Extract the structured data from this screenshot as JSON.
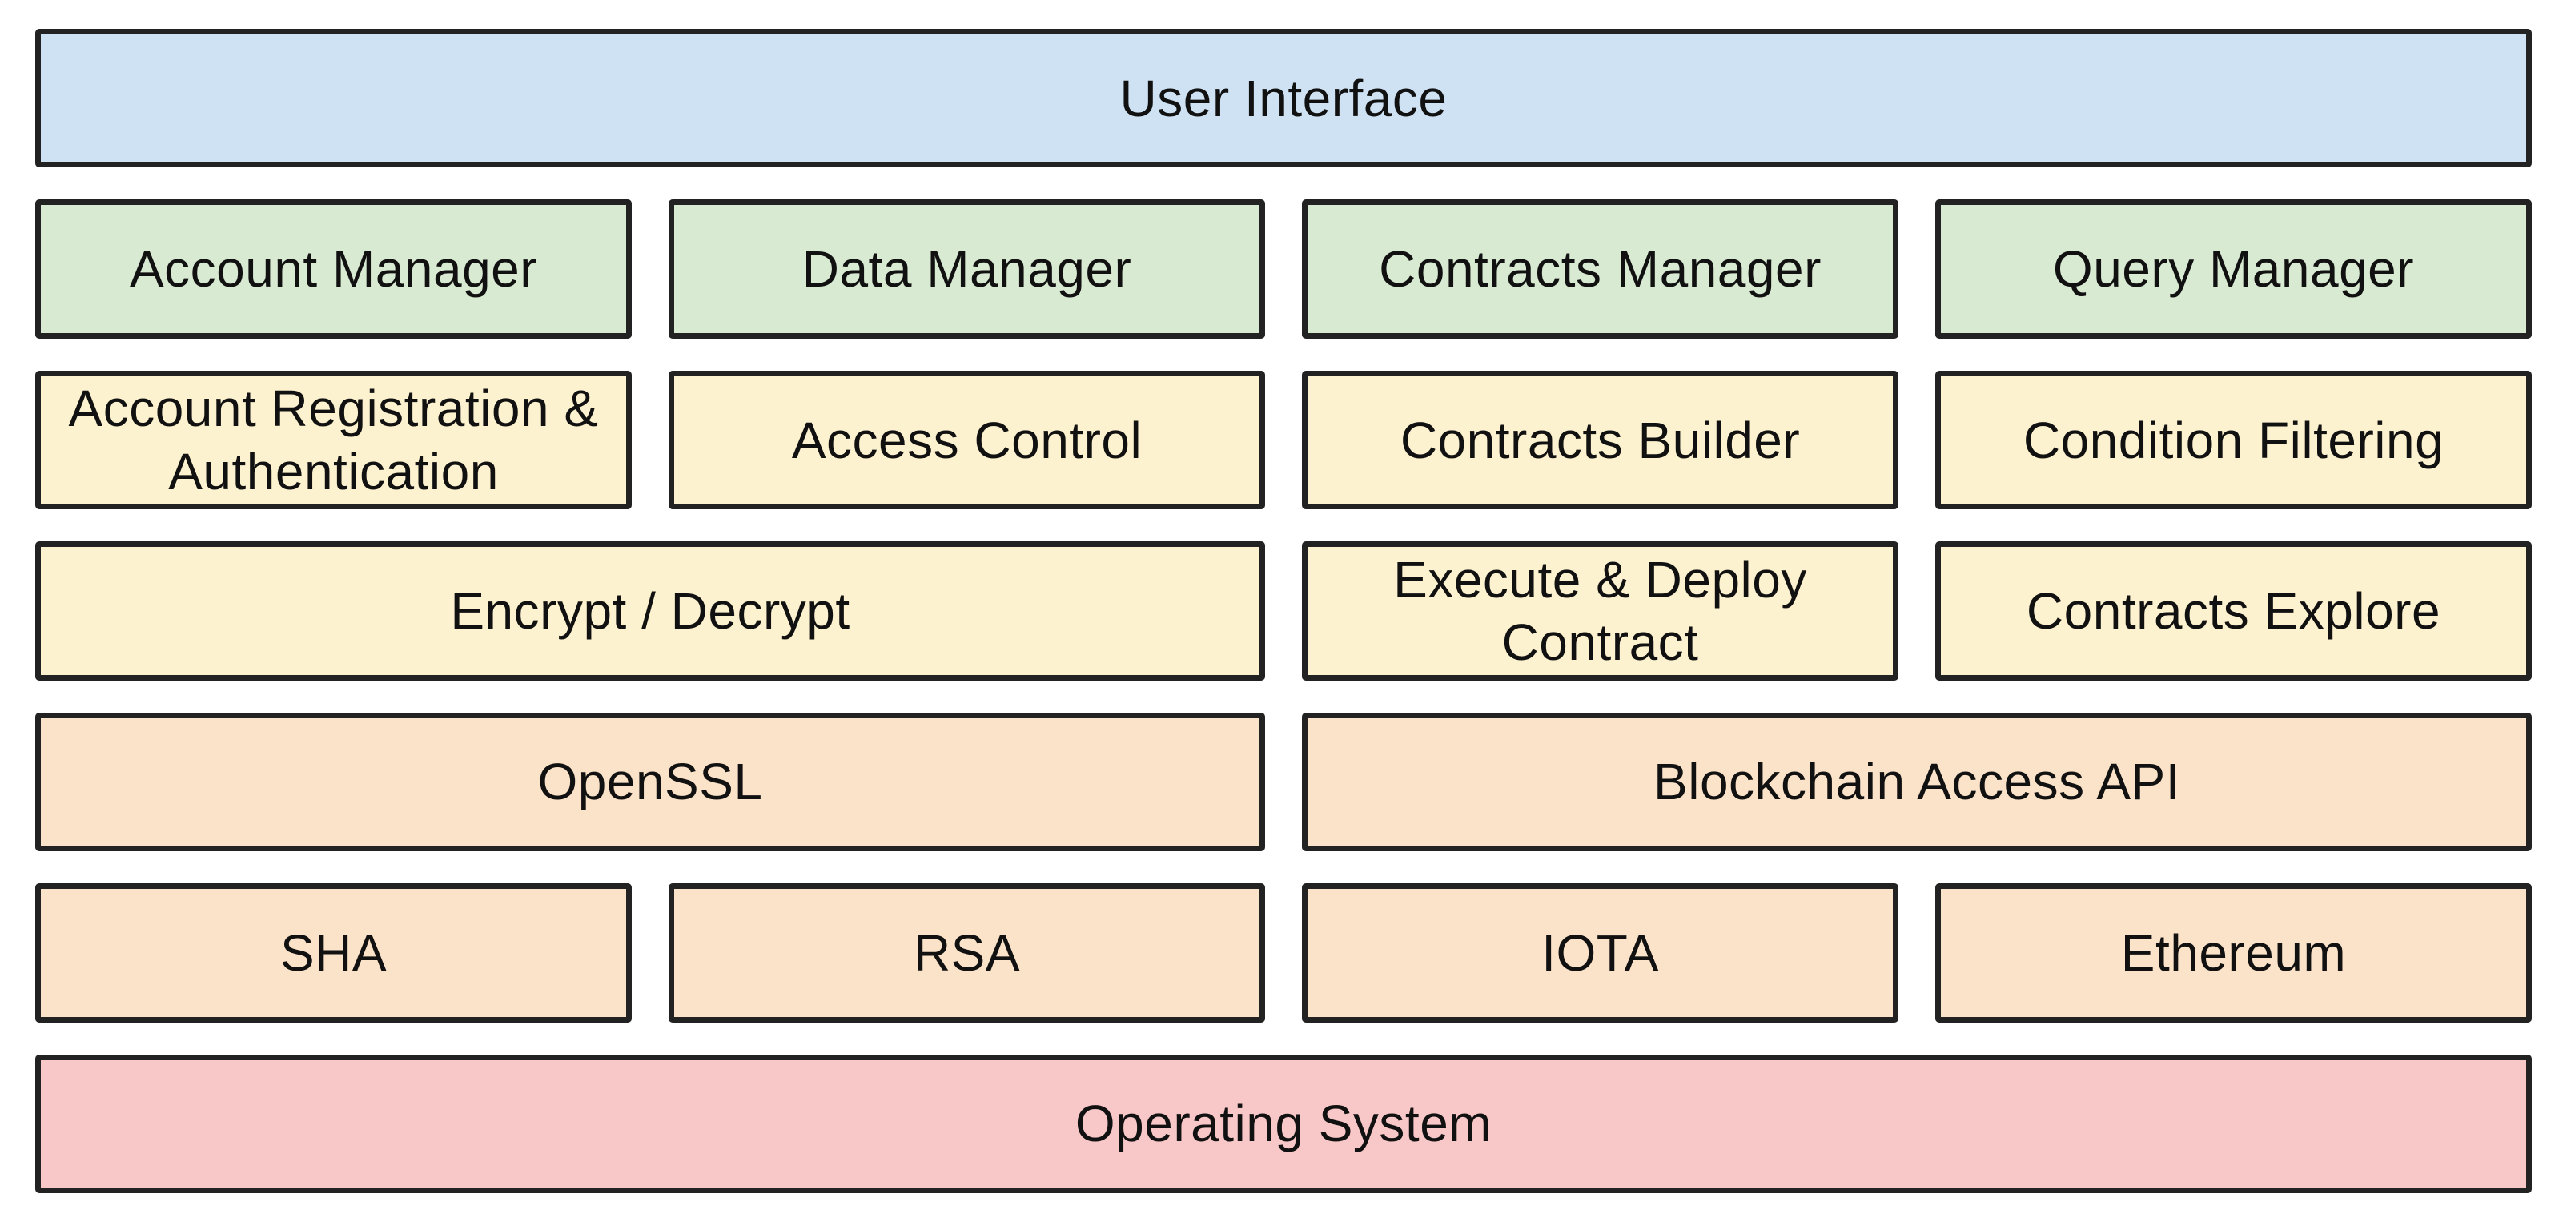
{
  "palette": {
    "blue": "#cfe2f3",
    "green": "#d9ead3",
    "yellow": "#fdf2cf",
    "peach": "#fbe3c9",
    "pink": "#f8c7c7",
    "border": "#222222",
    "text": "#111111",
    "background": "#ffffff"
  },
  "layers": [
    {
      "name": "interface-layer",
      "cells": [
        {
          "label": "User Interface",
          "color": "blue",
          "span": 4
        }
      ]
    },
    {
      "name": "manager-layer",
      "cells": [
        {
          "label": "Account Manager",
          "color": "green",
          "span": 1
        },
        {
          "label": "Data Manager",
          "color": "green",
          "span": 1
        },
        {
          "label": "Contracts Manager",
          "color": "green",
          "span": 1
        },
        {
          "label": "Query Manager",
          "color": "green",
          "span": 1
        }
      ]
    },
    {
      "name": "function-layer-upper",
      "cells": [
        {
          "label": "Account Registration & Authentication",
          "color": "yellow",
          "span": 1
        },
        {
          "label": "Access Control",
          "color": "yellow",
          "span": 1
        },
        {
          "label": "Contracts Builder",
          "color": "yellow",
          "span": 1
        },
        {
          "label": "Condition Filtering",
          "color": "yellow",
          "span": 1
        }
      ]
    },
    {
      "name": "function-layer-lower",
      "cells": [
        {
          "label": "Encrypt / Decrypt",
          "color": "yellow",
          "span": 2
        },
        {
          "label": "Execute & Deploy Contract",
          "color": "yellow",
          "span": 1
        },
        {
          "label": "Contracts Explore",
          "color": "yellow",
          "span": 1
        }
      ]
    },
    {
      "name": "library-layer",
      "cells": [
        {
          "label": "OpenSSL",
          "color": "peach",
          "span": 2
        },
        {
          "label": "Blockchain Access API",
          "color": "peach",
          "span": 2
        }
      ]
    },
    {
      "name": "primitive-layer",
      "cells": [
        {
          "label": "SHA",
          "color": "peach",
          "span": 1
        },
        {
          "label": "RSA",
          "color": "peach",
          "span": 1
        },
        {
          "label": "IOTA",
          "color": "peach",
          "span": 1
        },
        {
          "label": "Ethereum",
          "color": "peach",
          "span": 1
        }
      ]
    },
    {
      "name": "os-layer",
      "cells": [
        {
          "label": "Operating System",
          "color": "pink",
          "span": 4
        }
      ]
    }
  ]
}
